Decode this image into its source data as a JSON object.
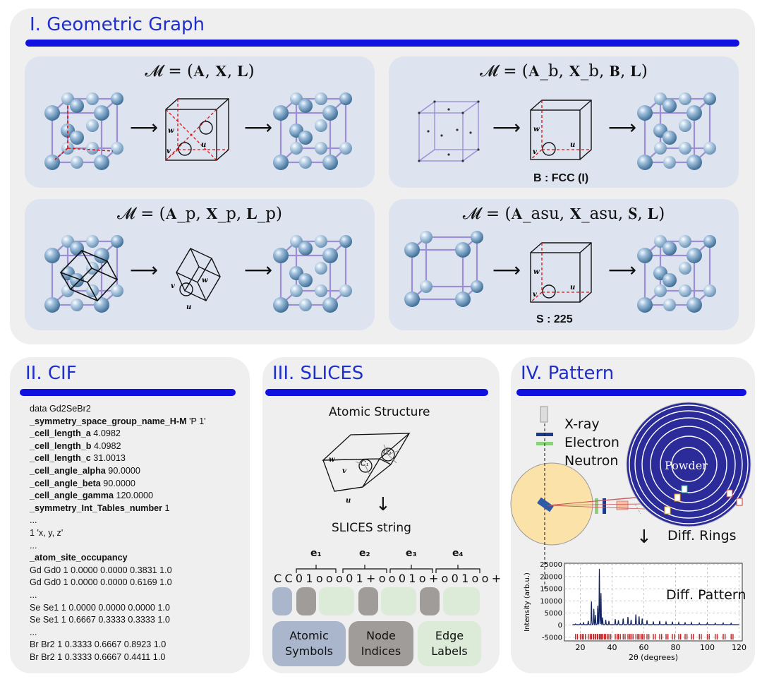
{
  "section1": {
    "title": "I. Geometric Graph",
    "panels": [
      {
        "equation": "𝓜 = (𝐀, 𝐗, 𝐋)",
        "caption": ""
      },
      {
        "equation": "𝓜 = (𝐀_b, 𝐗_b, 𝐁, 𝐋)",
        "caption": "B : FCC (I)"
      },
      {
        "equation": "𝓜 = (𝐀_p, 𝐗_p, 𝐋_p)",
        "caption": ""
      },
      {
        "equation": "𝓜 = (𝐀_asu, 𝐗_asu, 𝐒, 𝐋)",
        "caption": "S : 225"
      }
    ],
    "vectors": {
      "w": "w⃗",
      "v": "v⃗",
      "u": "u⃗"
    },
    "arrow": "⟶"
  },
  "section2": {
    "title": "II. CIF",
    "lines": [
      {
        "k": "data Gd2SeBr2",
        "v": ""
      },
      {
        "k": "_symmetry_space_group_name_H-M",
        "v": " 'P 1'"
      },
      {
        "k": "_cell_length_a",
        "v": " 4.0982"
      },
      {
        "k": "_cell_length_b",
        "v": " 4.0982"
      },
      {
        "k": "_cell_length_c",
        "v": " 31.0013"
      },
      {
        "k": "_cell_angle_alpha",
        "v": " 90.0000"
      },
      {
        "k": "_cell_angle_beta",
        "v": " 90.0000"
      },
      {
        "k": "_cell_angle_gamma",
        "v": " 120.0000"
      },
      {
        "k": "_symmetry_Int_Tables_number",
        "v": " 1"
      },
      {
        "k": "",
        "v": "   ..."
      },
      {
        "k": "",
        "v": "   1 'x, y, z'"
      },
      {
        "k": "",
        "v": "   ..."
      },
      {
        "k": "_atom_site_occupancy",
        "v": ""
      },
      {
        "k": "",
        "v": "   Gd  Gd0  1  0.0000  0.0000  0.3831  1.0"
      },
      {
        "k": "",
        "v": "   Gd  Gd0  1  0.0000  0.0000  0.6169  1.0"
      },
      {
        "k": "",
        "v": "   ..."
      },
      {
        "k": "",
        "v": "   Se  Se1  1  0.0000  0.0000  0.0000  1.0"
      },
      {
        "k": "",
        "v": "   Se  Se1  1  0.6667  0.3333  0.3333  1.0"
      },
      {
        "k": "",
        "v": "   ..."
      },
      {
        "k": "",
        "v": "   Br  Br2  1  0.3333  0.6667  0.8923  1.0"
      },
      {
        "k": "",
        "v": "   Br  Br2  1  0.3333  0.6667  0.4411  1.0"
      }
    ]
  },
  "section3": {
    "title": "III. SLICES",
    "atomic_structure": "Atomic Structure",
    "slices_string": "SLICES string",
    "down_arrow": "↓",
    "edges": [
      "e₁",
      "e₂",
      "e₃",
      "e₄"
    ],
    "string": "C C 0 1 o o o 0 1 + o o 0 1 o + o 0 1 o o +",
    "nodes": [
      "C₁",
      "C₂"
    ],
    "cat_atomic": "Atomic Symbols",
    "cat_node": "Node Indices",
    "cat_edge": "Edge Labels",
    "colors": {
      "atomic": "#a9b6cb",
      "node": "#a09c9a",
      "edge": "#dcebd8"
    }
  },
  "section4": {
    "title": "IV. Pattern",
    "sources": [
      "X-ray",
      "Electron",
      "Neutron"
    ],
    "powder": "Powder",
    "rings_label": "Diff. Rings",
    "pattern_label": "Diff. Pattern",
    "down_arrow": "↓"
  },
  "chart_data": {
    "type": "line",
    "title": "",
    "xlabel": "2θ (degrees)",
    "ylabel": "Intensity (arb.u.)",
    "xlim": [
      10,
      122
    ],
    "ylim": [
      -6500,
      25500
    ],
    "xticks": [
      20,
      40,
      60,
      80,
      100,
      120
    ],
    "yticks": [
      -5000,
      0,
      5000,
      10000,
      15000,
      20000,
      25000
    ],
    "grid": true,
    "peaks": [
      [
        17,
        300
      ],
      [
        20,
        500
      ],
      [
        22,
        800
      ],
      [
        25,
        1500
      ],
      [
        27,
        9500
      ],
      [
        28.5,
        6500
      ],
      [
        29.5,
        4000
      ],
      [
        31,
        7800
      ],
      [
        32,
        23000
      ],
      [
        33,
        13000
      ],
      [
        34,
        3000
      ],
      [
        36,
        2000
      ],
      [
        38,
        1500
      ],
      [
        42,
        2300
      ],
      [
        44,
        1800
      ],
      [
        47,
        2500
      ],
      [
        50,
        3200
      ],
      [
        52,
        2000
      ],
      [
        55,
        4200
      ],
      [
        57,
        3400
      ],
      [
        59,
        2500
      ],
      [
        62,
        1800
      ],
      [
        66,
        1300
      ],
      [
        70,
        1500
      ],
      [
        74,
        1100
      ],
      [
        78,
        1200
      ],
      [
        82,
        900
      ],
      [
        86,
        800
      ],
      [
        90,
        900
      ],
      [
        95,
        700
      ],
      [
        100,
        800
      ],
      [
        105,
        600
      ],
      [
        110,
        700
      ],
      [
        115,
        600
      ]
    ],
    "baseline": 200,
    "x_start": 15,
    "x_end": 120,
    "tick_level": -4800
  }
}
